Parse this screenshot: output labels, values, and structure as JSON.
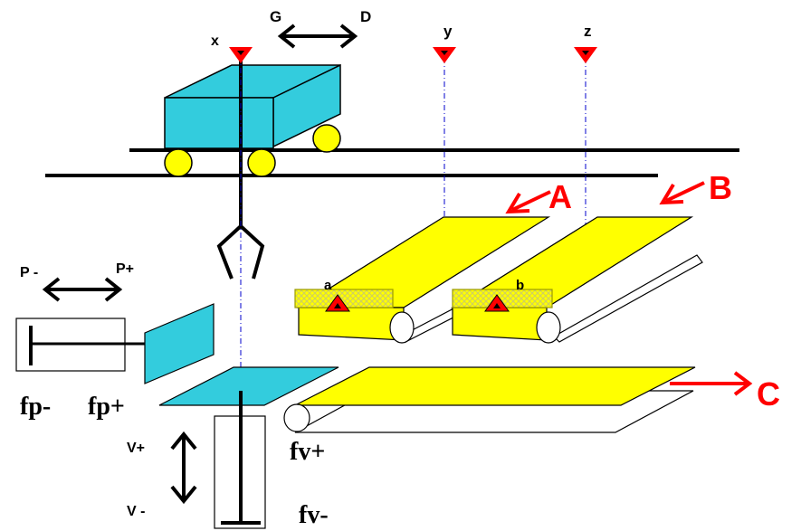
{
  "labels": {
    "carriage_left": "G",
    "carriage_right": "D",
    "sensor_x": "x",
    "sensor_y": "y",
    "sensor_z": "z",
    "conveyor_a": "A",
    "conveyor_b": "B",
    "conveyor_c": "C",
    "sensor_a": "a",
    "sensor_b": "b",
    "pusher_minus": "P -",
    "pusher_plus": "P+",
    "fp_minus": "fp-",
    "fp_plus": "fp+",
    "lift_plus": "V+",
    "lift_minus": "V -",
    "fv_plus": "fv+",
    "fv_minus": "fv-"
  },
  "colors": {
    "carriage": "#33ccdd",
    "conveyor": "#ffff00",
    "sensor": "#ff0000",
    "guide_line": "#0000cc",
    "label_red": "#ff0000",
    "ink": "#000000"
  }
}
